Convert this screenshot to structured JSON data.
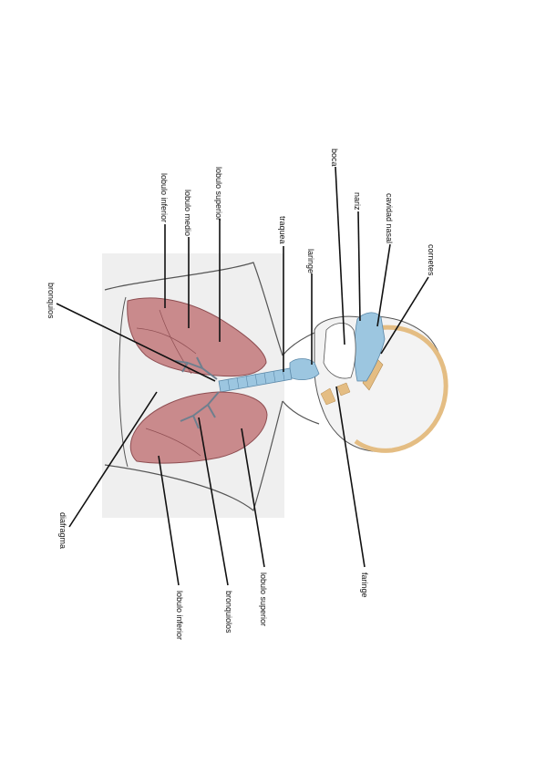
{
  "labels": {
    "bronquios_top": "bronquios",
    "lobulo_inferior_top": "lobulo inferior",
    "lobulo_medio": "lobulo medio",
    "lobulo_superior_top": "lobulo superior",
    "traquea": "traquea",
    "laringe": "laringe",
    "boca": "boca",
    "nariz": "nariz",
    "cavidad_nasal": "cavidad nasal",
    "cornetes": "cornetes",
    "diafragma": "diafragma",
    "lobulo_inferior_bottom": "lobulo inferior",
    "bronquiolos": "bronquiolos",
    "lobulo_superior_bottom": "lobulo superior",
    "faringe": "faringe"
  },
  "colors": {
    "lung": "#c98a8c",
    "lung_dark": "#a85f63",
    "airway": "#8fc0de",
    "bone": "#e4bd83",
    "body_bg": "#efefef",
    "outline": "#555555",
    "leader": "#111111"
  }
}
